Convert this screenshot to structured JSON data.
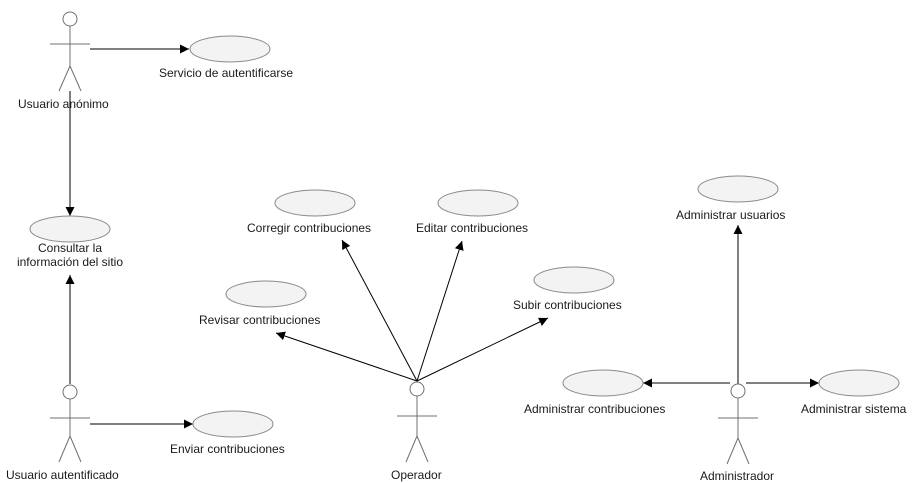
{
  "actors": {
    "anon": "Usuario anónimo",
    "auth": "Usuario autentificado",
    "operador": "Operador",
    "admin": "Administrador"
  },
  "use_cases": {
    "servicio": "Servicio de autentificarse",
    "consultar": "Consultar la información del sitio",
    "enviar": "Enviar contribuciones",
    "corregir": "Corregir contribuciones",
    "editar": "Editar contribuciones",
    "revisar": "Revisar contribuciones",
    "subir": "Subir contribuciones",
    "adm_usuarios": "Administrar usuarios",
    "adm_contrib": "Administrar contribuciones",
    "adm_sistema": "Administrar sistema"
  },
  "colors": {
    "ellipse_fill": "#f3f3f3",
    "ellipse_stroke": "#8a8a8a",
    "actor_stroke": "#707070",
    "line": "#000000"
  }
}
